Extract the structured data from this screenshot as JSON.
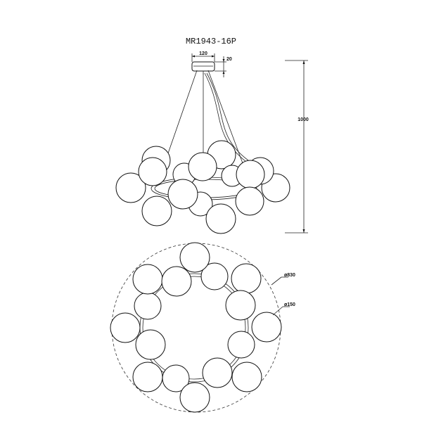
{
  "drawing": {
    "model": "MR1943-16P",
    "dimensions": {
      "canopy_width": "120",
      "canopy_height": "20",
      "total_height": "1000",
      "outer_diameter": "ø830",
      "ball_diameter": "ø150"
    },
    "colors": {
      "line": "#111111",
      "background": "#ffffff"
    }
  }
}
